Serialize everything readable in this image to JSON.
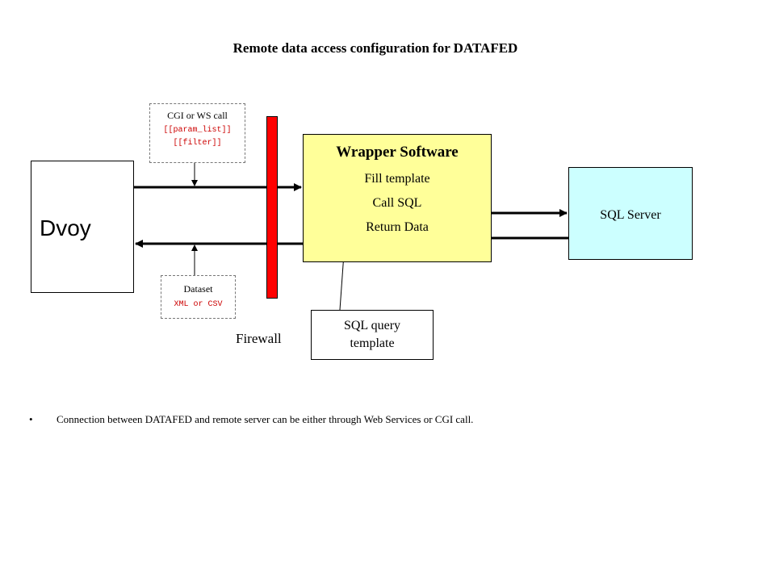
{
  "title": "Remote data access configuration for DATAFED",
  "dvoy": {
    "label": "Dvoy"
  },
  "request_callout": {
    "title": "CGI or WS call",
    "params": [
      "[[param_list]]",
      "[[filter]]"
    ],
    "param_color": "#cc0000"
  },
  "response_callout": {
    "title": "Dataset",
    "format": "XML or CSV",
    "format_color": "#cc0000"
  },
  "firewall": {
    "label": "Firewall",
    "color": "#ff0000"
  },
  "wrapper": {
    "title": "Wrapper Software",
    "steps": [
      "Fill template",
      "Call SQL",
      "Return Data"
    ],
    "color": "#ffff99"
  },
  "sql_server": {
    "label": "SQL Server",
    "color": "#ccffff"
  },
  "query_template": {
    "line1": "SQL query",
    "line2": "template"
  },
  "notes": [
    {
      "bullet": "•",
      "text": "Connection between DATAFED and remote server can be either through Web Services or CGI call."
    }
  ]
}
